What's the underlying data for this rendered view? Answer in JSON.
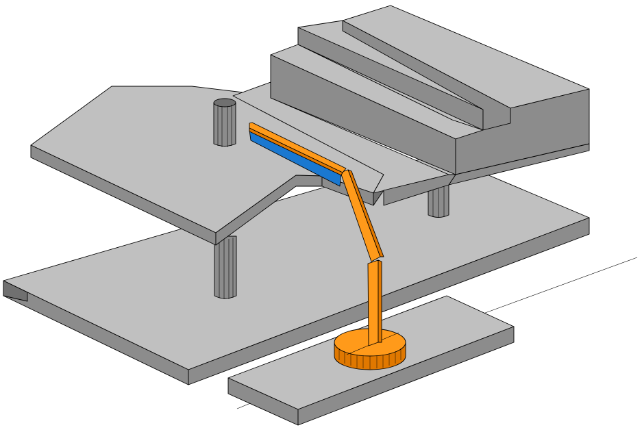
{
  "scene": {
    "description_visible_text": "",
    "colors": {
      "background": "#ffffff",
      "structure_top": "#c0c0c0",
      "structure_side": "#8c8c8c",
      "structure_dark": "#707070",
      "arm_orange": "#ff9a1a",
      "arm_orange_dark": "#e07800",
      "blade_blue": "#1a78d0",
      "outline": "#000000"
    },
    "parts": [
      "lower-deck-slab",
      "upper-deck-slab",
      "stepped-roof-block",
      "support-column-left",
      "support-column-right",
      "support-column-front",
      "ground-base-plate",
      "crane-turntable",
      "crane-boom-lower",
      "crane-boom-upper",
      "crane-jib",
      "blue-blade",
      "guide-line"
    ]
  }
}
